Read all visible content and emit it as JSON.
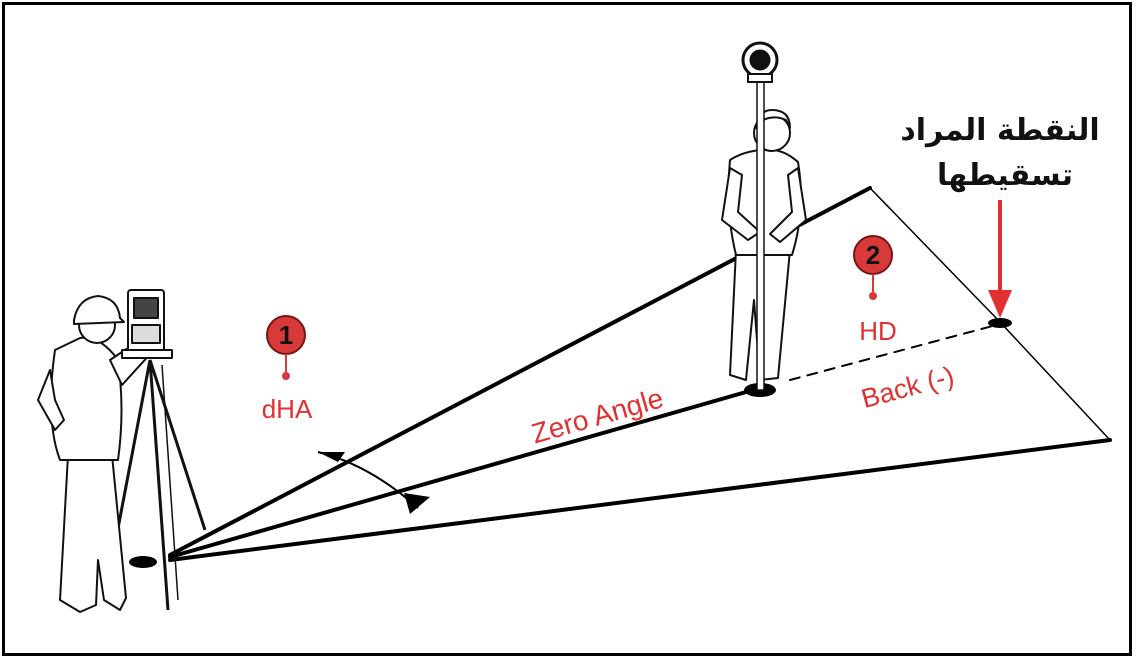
{
  "labels": {
    "marker_1": "1",
    "marker_2": "2",
    "dha": "dHA",
    "zero_angle": "Zero Angle",
    "hd": "HD",
    "back": "Back (-)",
    "target_line1": "النقطة المراد",
    "target_line2": "تسقيطها"
  },
  "colors": {
    "accent_red": "#e03030",
    "marker_fill": "#d83a3a",
    "ink": "#000000"
  },
  "icons": [
    "surveyor-figure",
    "total-station",
    "tripod",
    "rodman-figure",
    "prism-pole",
    "red-arrow"
  ]
}
